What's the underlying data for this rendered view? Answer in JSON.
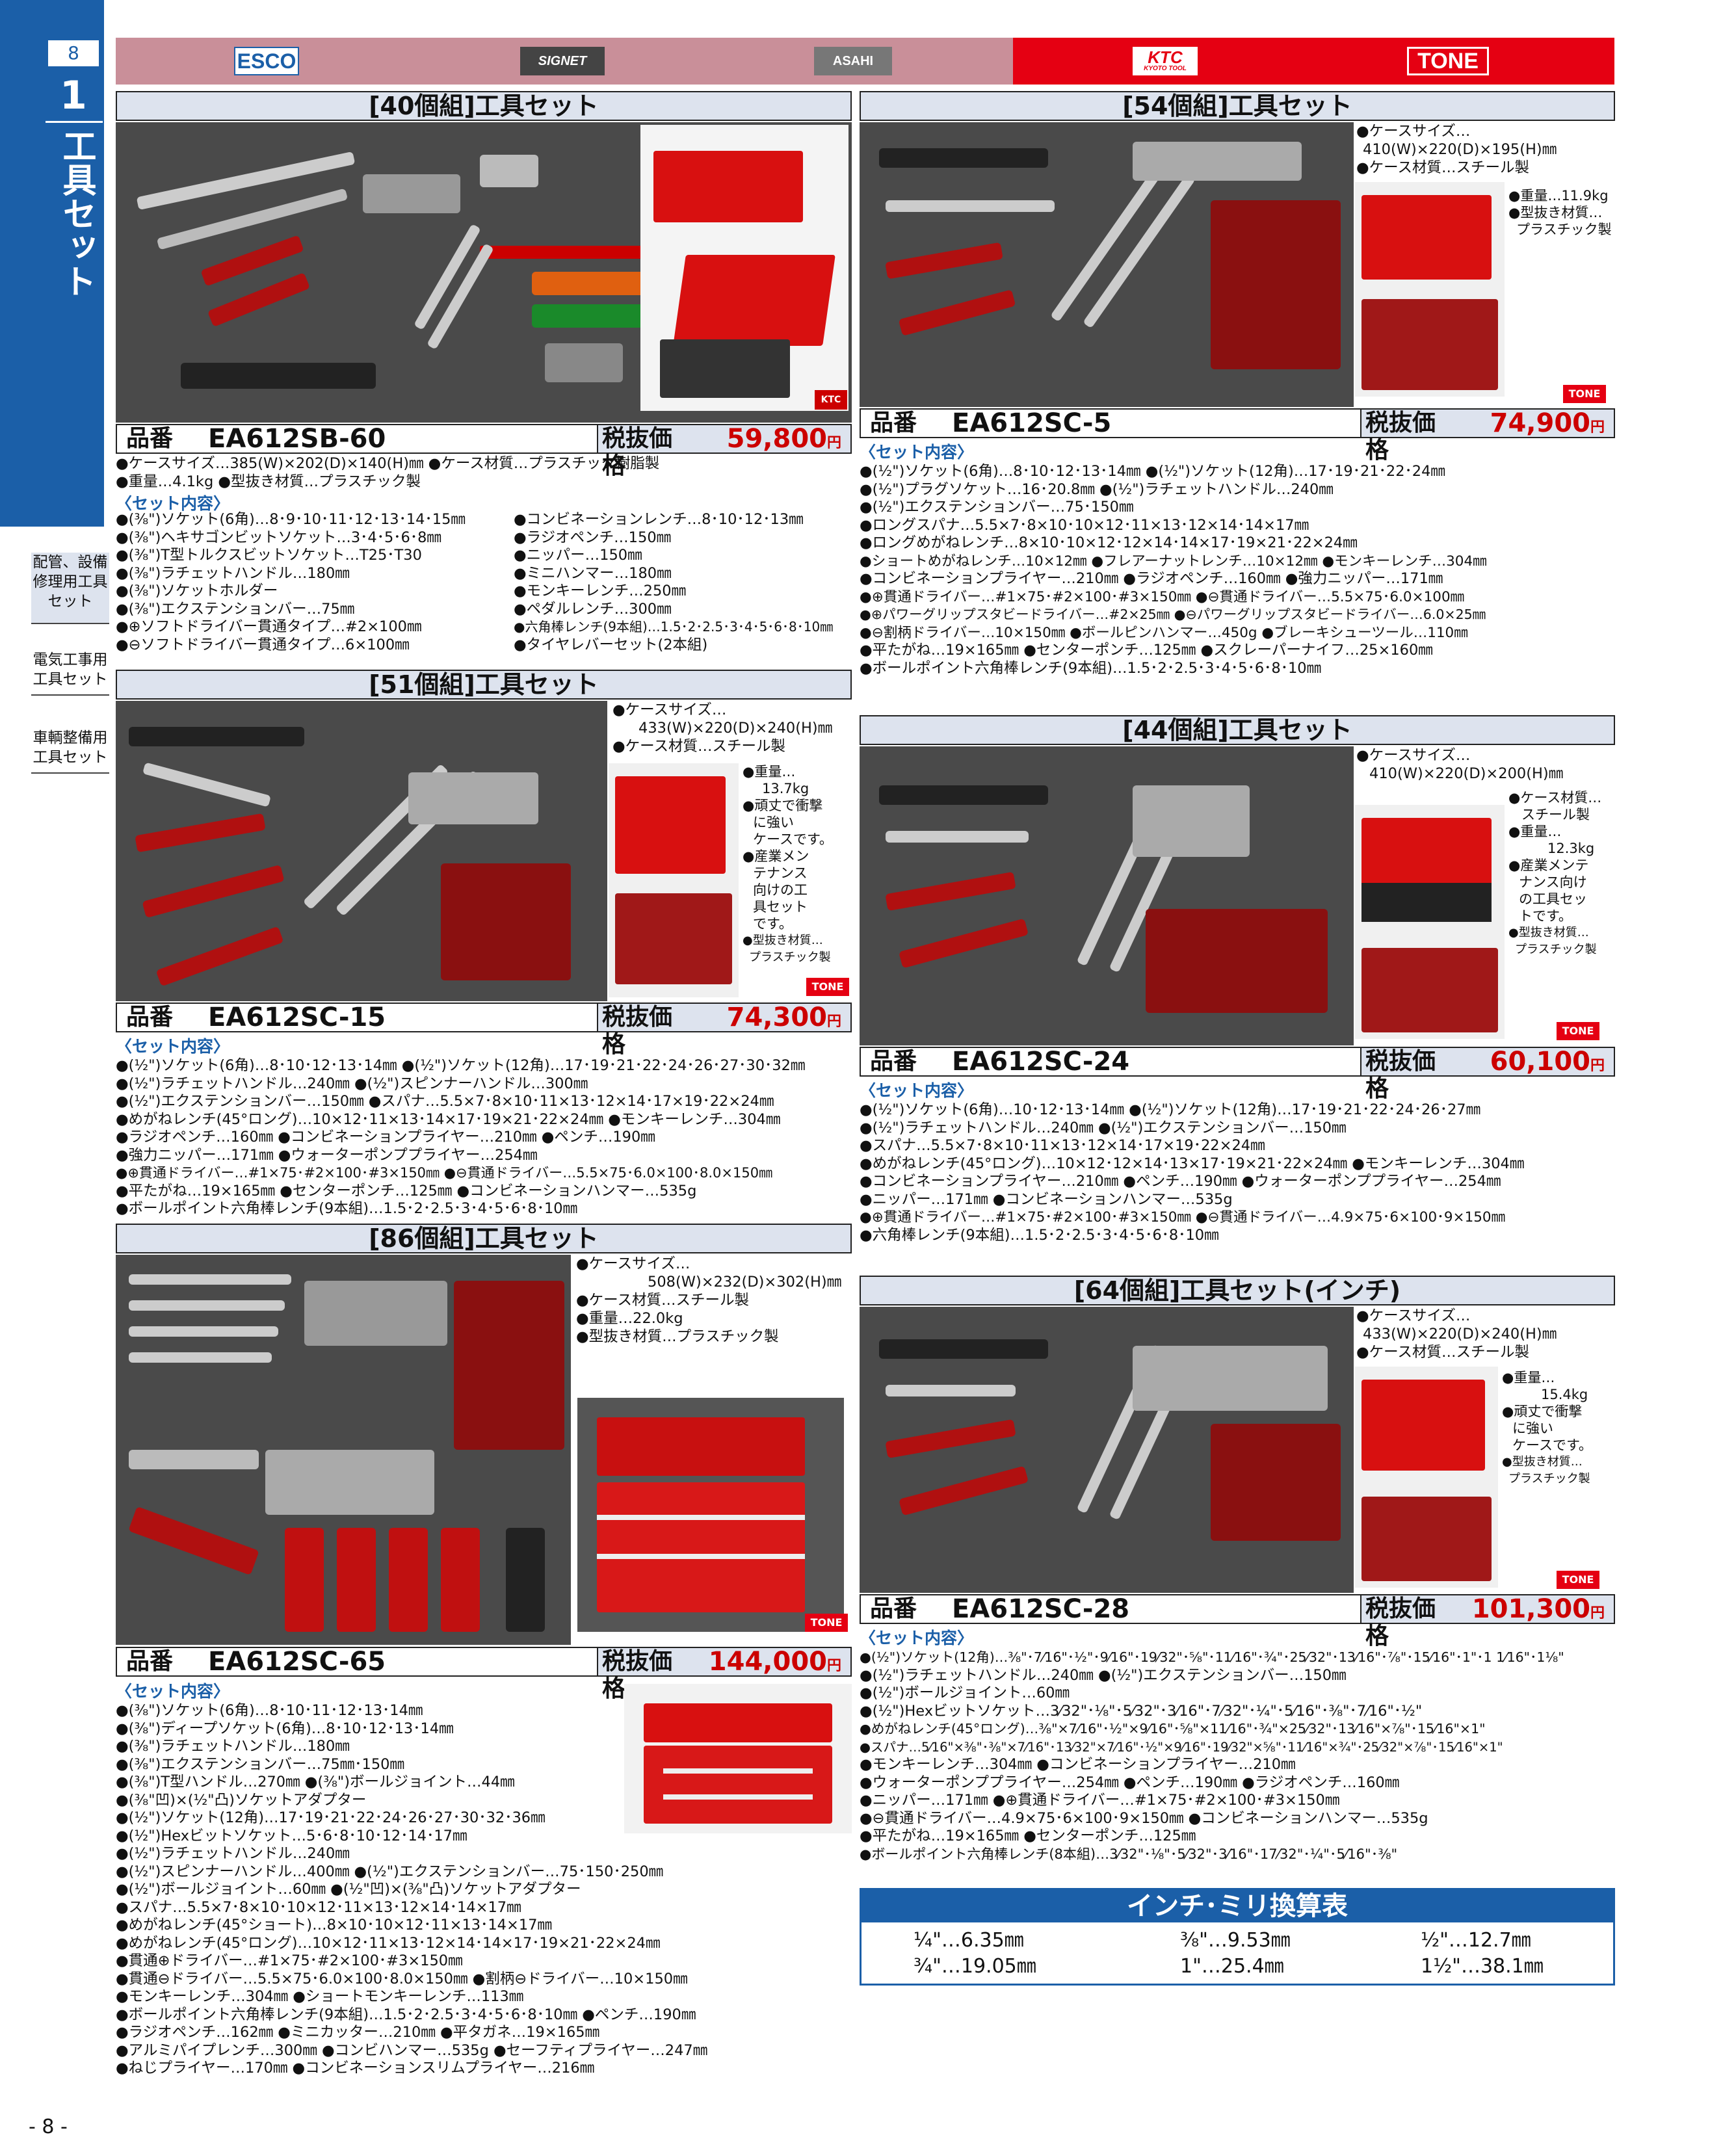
{
  "page": {
    "number": "8",
    "chapter_num": "1",
    "chapter_title": "工具セット",
    "footer": "- 8 -"
  },
  "sidebar": {
    "cat1": "配管、設備修理用工具セット",
    "cat2": "電気工事用工具セット",
    "cat3": "車輌整備用工具セット"
  },
  "brands": {
    "esco": "ESCO",
    "signet": "SIGNET",
    "asahi": "ASAHI",
    "ktc": "KTC",
    "ktc_sub": "KYOTO TOOL",
    "tone": "TONE"
  },
  "labels": {
    "hinban": "品番",
    "tax_price": "税抜価格",
    "yen": "円",
    "set_contents": "〈セット内容〉"
  },
  "products": {
    "p40": {
      "title": "[40個組]工具セット",
      "code": "EA612SB-60",
      "price": "59,800",
      "specs": [
        "●ケースサイズ…385(W)×202(D)×140(H)㎜ ●ケース材質…プラスチック樹脂製",
        "●重量…4.1kg ●型抜き材質…プラスチック製"
      ],
      "left": [
        "●(⅜\")ソケット(6角)…8･9･10･11･12･13･14･15㎜",
        "●(⅜\")ヘキサゴンビットソケット…3･4･5･6･8㎜",
        "●(⅜\")T型トルクスビットソケット…T25･T30",
        "●(⅜\")ラチェットハンドル…180㎜",
        "●(⅜\")ソケットホルダー",
        "●(⅜\")エクステンションバー…75㎜",
        "●⊕ソフトドライバー貫通タイプ…#2×100㎜",
        "●⊖ソフトドライバー貫通タイプ…6×100㎜"
      ],
      "right": [
        "●コンビネーションレンチ…8･10･12･13㎜",
        "●ラジオペンチ…150㎜",
        "●ニッパー…150㎜",
        "●ミニハンマー…180㎜",
        "●モンキーレンチ…250㎜",
        "●ペダルレンチ…300㎜",
        "●六角棒レンチ(9本組)…1.5･2･2.5･3･4･5･6･8･10㎜",
        "●タイヤレバーセット(2本組)"
      ]
    },
    "p54": {
      "title": "[54個組]工具セット",
      "code": "EA612SC-5",
      "price": "74,900",
      "specs": [
        "●ケースサイズ…",
        "410(W)×220(D)×195(H)㎜",
        "●ケース材質…スチール製",
        "●重量…11.9kg",
        "●型抜き材質…",
        "プラスチック製"
      ],
      "lines": [
        "●(½\")ソケット(6角)…8･10･12･13･14㎜ ●(½\")ソケット(12角)…17･19･21･22･24㎜",
        "●(½\")プラグソケット…16･20.8㎜ ●(½\")ラチェットハンドル…240㎜",
        "●(½\")エクステンションバー…75･150㎜",
        "●ロングスパナ…5.5×7･8×10･10×12･11×13･12×14･14×17㎜",
        "●ロングめがねレンチ…8×10･10×12･12×14･14×17･19×21･22×24㎜",
        "●ショートめがねレンチ…10×12㎜ ●フレアーナットレンチ…10×12㎜ ●モンキーレンチ…304㎜",
        "●コンビネーションプライヤー…210㎜ ●ラジオペンチ…160㎜ ●強力ニッパー…171㎜",
        "●⊕貫通ドライバー…#1×75･#2×100･#3×150㎜ ●⊖貫通ドライバー…5.5×75･6.0×100㎜",
        "●⊕パワーグリップスタビードライバー…#2×25㎜ ●⊖パワーグリップスタビードライバー…6.0×25㎜",
        "●⊖割柄ドライバー…10×150㎜ ●ボールピンハンマー…450g ●ブレーキシューツール…110㎜",
        "●平たがね…19×165㎜ ●センターポンチ…125㎜ ●スクレーパーナイフ…25×160㎜",
        "●ボールポイント六角棒レンチ(9本組)…1.5･2･2.5･3･4･5･6･8･10㎜"
      ]
    },
    "p51": {
      "title": "[51個組]工具セット",
      "code": "EA612SC-15",
      "price": "74,300",
      "specs": [
        "●ケースサイズ…",
        "433(W)×220(D)×240(H)㎜",
        "●ケース材質…スチール製",
        "●重量…",
        "13.7kg",
        "●頑丈で衝撃",
        "に強い",
        "ケースです。",
        "●産業メン",
        "テナンス",
        "向けの工",
        "具セット",
        "です。",
        "●型抜き材質…",
        "プラスチック製"
      ],
      "lines": [
        "●(½\")ソケット(6角)…8･10･12･13･14㎜ ●(½\")ソケット(12角)…17･19･21･22･24･26･27･30･32㎜",
        "●(½\")ラチェットハンドル…240㎜ ●(½\")スピンナーハンドル…300㎜",
        "●(½\")エクステンションバー…150㎜ ●スパナ…5.5×7･8×10･11×13･12×14･17×19･22×24㎜",
        "●めがねレンチ(45°ロング)…10×12･11×13･14×17･19×21･22×24㎜ ●モンキーレンチ…304㎜",
        "●ラジオペンチ…160㎜ ●コンビネーションプライヤー…210㎜ ●ペンチ…190㎜",
        "●強力ニッパー…171㎜ ●ウォーターポンププライヤー…254㎜",
        "●⊕貫通ドライバー…#1×75･#2×100･#3×150㎜ ●⊖貫通ドライバー…5.5×75･6.0×100･8.0×150㎜",
        "●平たがね…19×165㎜ ●センターポンチ…125㎜ ●コンビネーションハンマー…535g",
        "●ボールポイント六角棒レンチ(9本組)…1.5･2･2.5･3･4･5･6･8･10㎜"
      ]
    },
    "p44": {
      "title": "[44個組]工具セット",
      "code": "EA612SC-24",
      "price": "60,100",
      "specs": [
        "●ケースサイズ…",
        "410(W)×220(D)×200(H)㎜",
        "●ケース材質…",
        "スチール製",
        "●重量…",
        "12.3kg",
        "●産業メンテ",
        "ナンス向け",
        "の工具セッ",
        "トです。",
        "●型抜き材質…",
        "プラスチック製"
      ],
      "lines": [
        "●(½\")ソケット(6角)…10･12･13･14㎜ ●(½\")ソケット(12角)…17･19･21･22･24･26･27㎜",
        "●(½\")ラチェットハンドル…240㎜ ●(½\")エクステンションバー…150㎜",
        "●スパナ…5.5×7･8×10･11×13･12×14･17×19･22×24㎜",
        "●めがねレンチ(45°ロング)…10×12･12×14･13×17･19×21･22×24㎜ ●モンキーレンチ…304㎜",
        "●コンビネーションプライヤー…210㎜ ●ペンチ…190㎜ ●ウォーターポンププライヤー…254㎜",
        "●ニッパー…171㎜ ●コンビネーションハンマー…535g",
        "●⊕貫通ドライバー…#1×75･#2×100･#3×150㎜ ●⊖貫通ドライバー…4.9×75･6×100･9×150㎜",
        "●六角棒レンチ(9本組)…1.5･2･2.5･3･4･5･6･8･10㎜"
      ]
    },
    "p86": {
      "title": "[86個組]工具セット",
      "code": "EA612SC-65",
      "price": "144,000",
      "specs": [
        "●ケースサイズ…",
        "508(W)×232(D)×302(H)㎜",
        "●ケース材質…スチール製",
        "●重量…22.0kg",
        "●型抜き材質…プラスチック製"
      ],
      "lines": [
        "●(⅜\")ソケット(6角)…8･10･11･12･13･14㎜",
        "●(⅜\")ディープソケット(6角)…8･10･12･13･14㎜",
        "●(⅜\")ラチェットハンドル…180㎜",
        "●(⅜\")エクステンションバー…75㎜･150㎜",
        "●(⅜\")T型ハンドル…270㎜ ●(⅜\")ボールジョイント…44㎜",
        "●(⅜\"凹)×(½\"凸)ソケットアダプター",
        "●(½\")ソケット(12角)…17･19･21･22･24･26･27･30･32･36㎜",
        "●(½\")Hexビットソケット…5･6･8･10･12･14･17㎜",
        "●(½\")ラチェットハンドル…240㎜",
        "●(½\")スピンナーハンドル…400㎜ ●(½\")エクステンションバー…75･150･250㎜",
        "●(½\")ボールジョイント…60㎜ ●(½\"凹)×(⅜\"凸)ソケットアダプター",
        "●スパナ…5.5×7･8×10･10×12･11×13･12×14･14×17㎜",
        "●めがねレンチ(45°ショート)…8×10･10×12･11×13･14×17㎜",
        "●めがねレンチ(45°ロング)…10×12･11×13･12×14･14×17･19×21･22×24㎜",
        "●貫通⊕ドライバー…#1×75･#2×100･#3×150㎜",
        "●貫通⊖ドライバー…5.5×75･6.0×100･8.0×150㎜ ●割柄⊖ドライバー…10×150㎜",
        "●モンキーレンチ…304㎜ ●ショートモンキーレンチ…113㎜",
        "●ボールポイント六角棒レンチ(9本組)…1.5･2･2.5･3･4･5･6･8･10㎜ ●ペンチ…190㎜",
        "●ラジオペンチ…162㎜ ●ミニカッター…210㎜ ●平タガネ…19×165㎜",
        "●アルミパイプレンチ…300㎜ ●コンビハンマー…535g ●セーフティプライヤー…247㎜",
        "●ねじプライヤー…170㎜ ●コンビネーションスリムプライヤー…216㎜"
      ]
    },
    "p64": {
      "title": "[64個組]工具セット(インチ)",
      "code": "EA612SC-28",
      "price": "101,300",
      "specs": [
        "●ケースサイズ…",
        "433(W)×220(D)×240(H)㎜",
        "●ケース材質…スチール製",
        "●重量…",
        "15.4kg",
        "●頑丈で衝撃",
        "に強い",
        "ケースです。",
        "●型抜き材質…",
        "プラスチック製"
      ],
      "lines": [
        "●(½\")ソケット(12角)…⅜\"･7⁄16\"･½\"･9⁄16\"･19⁄32\"･⅝\"･11⁄16\"･¾\"･25⁄32\"･13⁄16\"･⅞\"･15⁄16\"･1\"･1 1⁄16\"･1⅛\"",
        "●(½\")ラチェットハンドル…240㎜ ●(½\")エクステンションバー…150㎜",
        "●(½\")ボールジョイント…60㎜",
        "●(½\")Hexビットソケット…3⁄32\"･⅛\"･5⁄32\"･3⁄16\"･7⁄32\"･¼\"･5⁄16\"･⅜\"･7⁄16\"･½\"",
        "●めがねレンチ(45°ロング)…⅜\"×7⁄16\"･½\"×9⁄16\"･⅝\"×11⁄16\"･¾\"×25⁄32\"･13⁄16\"×⅞\"･15⁄16\"×1\"",
        "●スパナ…5⁄16\"×⅜\"･⅜\"×7⁄16\"･13⁄32\"×7⁄16\"･½\"×9⁄16\"･19⁄32\"×⅝\"･11⁄16\"×¾\"･25⁄32\"×⅞\"･15⁄16\"×1\"",
        "●モンキーレンチ…304㎜ ●コンビネーションプライヤー…210㎜",
        "●ウォーターポンププライヤー…254㎜ ●ペンチ…190㎜ ●ラジオペンチ…160㎜",
        "●ニッパー…171㎜ ●⊕貫通ドライバー…#1×75･#2×100･#3×150㎜",
        "●⊖貫通ドライバー…4.9×75･6×100･9×150㎜ ●コンビネーションハンマー…535g",
        "●平たがね…19×165㎜ ●センターポンチ…125㎜",
        "●ボールポイント六角棒レンチ(8本組)…3⁄32\"･⅛\"･5⁄32\"･3⁄16\"･17⁄32\"･¼\"･5⁄16\"･⅜\""
      ]
    }
  },
  "conversion": {
    "title": "インチ･ミリ換算表",
    "cells": [
      "¼\"…6.35㎜",
      "⅜\"…9.53㎜",
      "½\"…12.7㎜",
      "¾\"…19.05㎜",
      "1\"…25.4㎜",
      "1½\"…38.1㎜"
    ]
  },
  "colors": {
    "accent": "#1b5fa8",
    "header_bg": "#dde3ee",
    "price": "#cc0000",
    "brand_red": "#e50012",
    "brand_pink": "#c98f99"
  }
}
